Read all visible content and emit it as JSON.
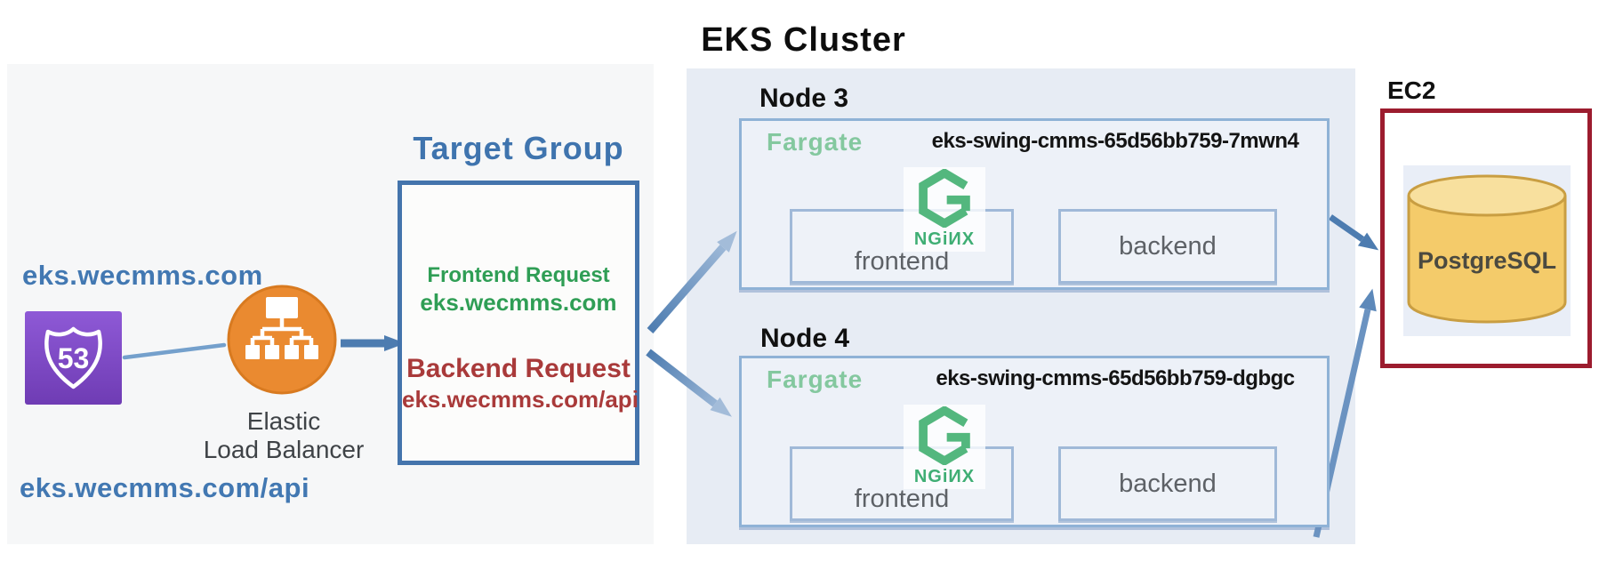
{
  "title": "EKS Cluster",
  "dns": {
    "frontend_domain": "eks.wecmms.com",
    "backend_domain": "eks.wecmms.com/api"
  },
  "route53": {
    "icon_number": "53"
  },
  "elb": {
    "label_line1": "Elastic",
    "label_line2": "Load Balancer"
  },
  "target_group": {
    "heading": "Target Group",
    "frontend_request_label": "Frontend Request",
    "frontend_request_url": "eks.wecmms.com",
    "backend_request_label": "Backend Request",
    "backend_request_url": "eks.wecmms.com/api"
  },
  "nodes": [
    {
      "name": "Node 3",
      "runtime": "Fargate",
      "pod": "eks-swing-cmms-65d56bb759-7mwn4",
      "nginx_word": "NGiИX",
      "containers": [
        "frontend",
        "backend"
      ]
    },
    {
      "name": "Node 4",
      "runtime": "Fargate",
      "pod": "eks-swing-cmms-65d56bb759-dgbgc",
      "nginx_word": "NGiИX",
      "containers": [
        "frontend",
        "backend"
      ]
    }
  ],
  "ec2": {
    "label": "EC2",
    "database": "PostgreSQL"
  },
  "colors": {
    "domain_blue": "#4278b2",
    "heading_blue": "#3f74ae",
    "request_green": "#2f9e55",
    "fargate_green": "#84c89f",
    "nginx_green": "#53b77e",
    "request_red": "#a93a3a",
    "ec2_border_red": "#9c1c2e",
    "elb_orange": "#ea8a30",
    "route53_purple": "#8a55d2",
    "arrow_blue": "#4d7cb0",
    "database_yellow": "#f4cb6a",
    "cluster_panel_blue": "#e7ecf4"
  }
}
